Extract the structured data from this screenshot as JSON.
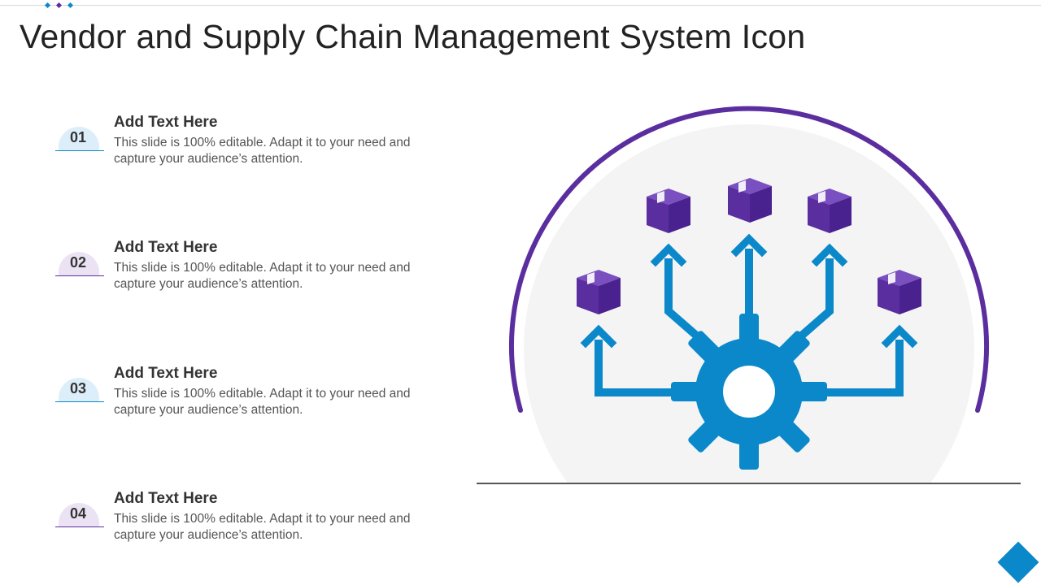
{
  "slide": {
    "title": "Vendor and Supply Chain Management System Icon"
  },
  "colors": {
    "purple": "#5b2ea0",
    "blue": "#0b88c9",
    "badge_blue_tint": "#dceef9",
    "badge_purple_tint": "#ebe3f4",
    "circle_bg": "#f4f4f5",
    "ground_line": "#555555"
  },
  "items": [
    {
      "number": "01",
      "heading": "Add Text Here",
      "body": "This slide is 100% editable. Adapt it to your need and capture your audience’s attention.",
      "badge_color": "blue"
    },
    {
      "number": "02",
      "heading": "Add Text Here",
      "body": "This slide is 100% editable. Adapt it to your need and capture your audience’s attention.",
      "badge_color": "purple"
    },
    {
      "number": "03",
      "heading": "Add Text Here",
      "body": "This slide is 100% editable. Adapt it to your need and capture your audience’s attention.",
      "badge_color": "blue"
    },
    {
      "number": "04",
      "heading": "Add Text Here",
      "body": "This slide is 100% editable. Adapt it to your need and capture your audience’s attention.",
      "badge_color": "purple"
    }
  ],
  "illustration": {
    "icons": [
      "gear-icon",
      "arrow-up-icon",
      "package-box-icon"
    ]
  }
}
